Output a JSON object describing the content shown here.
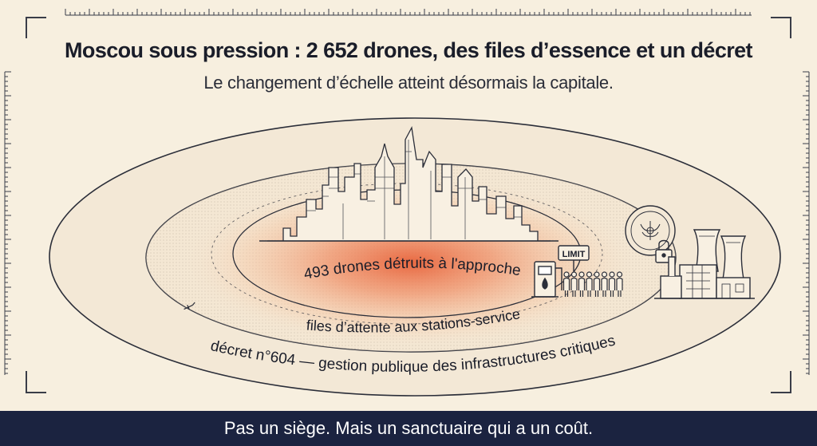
{
  "header": {
    "title": "Moscou sous pression : 2 652 drones, des files d’essence et un décret",
    "subtitle": "Le changement d’échelle atteint désormais la capitale."
  },
  "rings": {
    "inner": "493 drones détruits à l'approche",
    "middle": "files d’attente aux stations-service",
    "outer": "décret n°604 — gestion publique des infrastructures critiques"
  },
  "labels": {
    "limit_sign": "LIMIT"
  },
  "footer": {
    "text": "Pas un siège. Mais un sanctuaire qui a un coût."
  },
  "colors": {
    "background": "#f7efdf",
    "ink": "#1a1d29",
    "glow": "#e8623a",
    "footer_bg": "#1b2340"
  },
  "icons": [
    "city-skyline-icon",
    "fuel-pump-icon",
    "queue-people-icon",
    "seal-emblem-icon",
    "padlock-icon",
    "power-plant-icon",
    "drone-icon"
  ]
}
